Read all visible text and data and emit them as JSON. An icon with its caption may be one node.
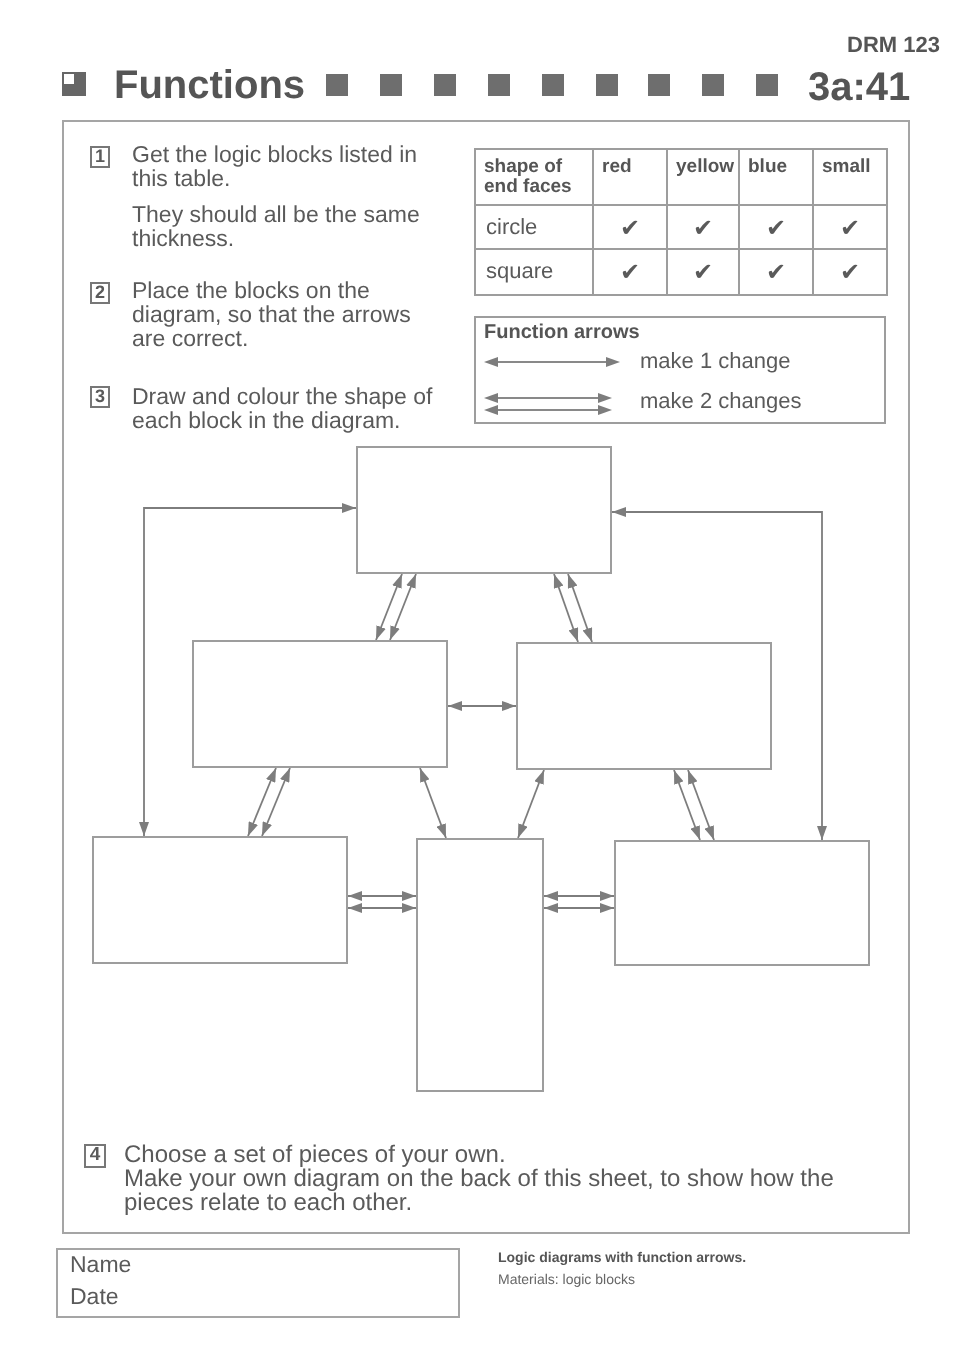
{
  "diagram": {
    "title": "Functions",
    "nodes": [
      {
        "text": [],
        "shape": "box"
      },
      {
        "text": [],
        "shape": "box"
      },
      {
        "text": [],
        "shape": "box"
      },
      {
        "text": [],
        "shape": "box"
      },
      {
        "text": [],
        "shape": "box"
      },
      {
        "text": [],
        "shape": "box"
      }
    ],
    "edges": [
      {
        "from": 0,
        "to": 3,
        "arrow": "both"
      },
      {
        "from": 0,
        "to": 5,
        "arrow": "both"
      },
      {
        "from": 0,
        "to": 1,
        "arrow": "both"
      },
      {
        "from": 0,
        "to": 1,
        "arrow": "both"
      },
      {
        "from": 0,
        "to": 2,
        "arrow": "both"
      },
      {
        "from": 0,
        "to": 2,
        "arrow": "both"
      },
      {
        "from": 1,
        "to": 2,
        "arrow": "both"
      },
      {
        "from": 1,
        "to": 3,
        "arrow": "both"
      },
      {
        "from": 1,
        "to": 3,
        "arrow": "both"
      },
      {
        "from": 1,
        "to": 4,
        "arrow": "both"
      },
      {
        "from": 2,
        "to": 4,
        "arrow": "both"
      },
      {
        "from": 2,
        "to": 5,
        "arrow": "both"
      },
      {
        "from": 2,
        "to": 5,
        "arrow": "both"
      },
      {
        "from": 3,
        "to": 4,
        "arrow": "both"
      },
      {
        "from": 3,
        "to": 4,
        "arrow": "both"
      },
      {
        "from": 4,
        "to": 5,
        "arrow": "both"
      },
      {
        "from": 4,
        "to": 5,
        "arrow": "both"
      }
    ],
    "labels": [
      "DRM 123",
      "3a:41",
      "1",
      "Get the logic blocks listed in this table.",
      "They should all be the same thickness.",
      "shape of end faces",
      "red",
      "yellow",
      "blue",
      "small",
      "circle",
      "✔",
      "✔",
      "✔",
      "✔",
      "square",
      "✔",
      "✔",
      "✔",
      "✔",
      "2",
      "Place the blocks on the diagram, so that the arrows are correct.",
      "Function arrows",
      "3",
      "Draw and colour the shape of each block in the diagram.",
      "4",
      "Choose a set of pieces of your own.",
      "Make your own diagram on the back of this sheet, to show how the pieces relate to each other.",
      "Name",
      "Date",
      "Logic diagrams with function arrows.",
      "Materials: logic blocks"
    ],
    "legend": [
      {
        "text": "make 1 change"
      },
      {
        "text": "make 2 changes"
      }
    ]
  }
}
